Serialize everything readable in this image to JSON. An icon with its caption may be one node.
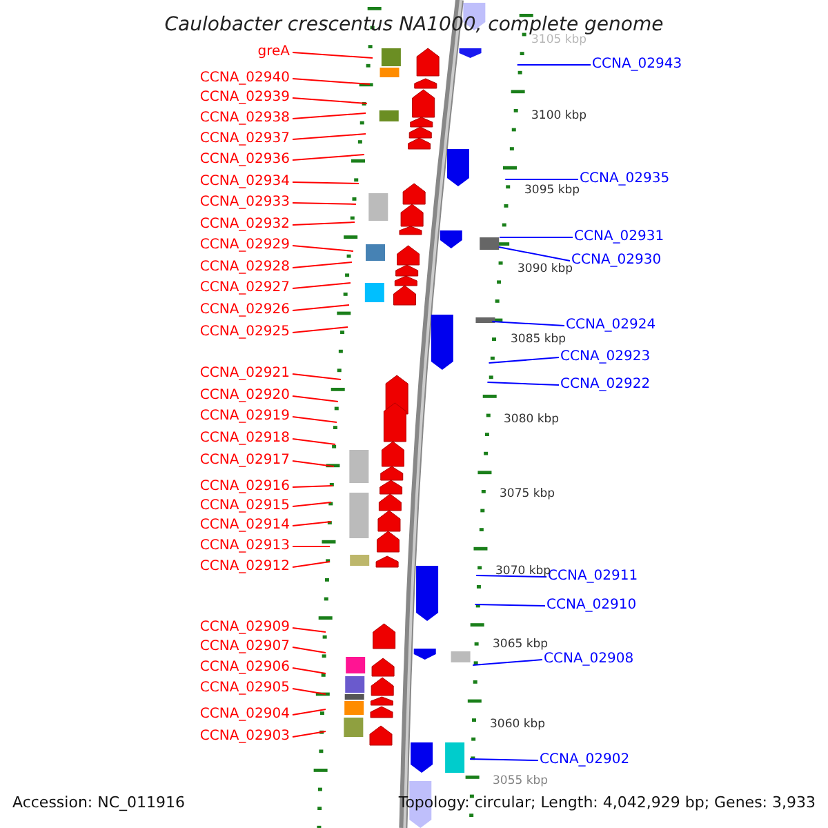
{
  "diagram": {
    "title": "Caulobacter crescentus NA1000, complete genome",
    "nodes": [
      {
        "text": [
          "greA"
        ]
      },
      {
        "text": [
          "CCNA_02940"
        ]
      },
      {
        "text": [
          "CCNA_02939"
        ]
      },
      {
        "text": [
          "CCNA_02938"
        ]
      },
      {
        "text": [
          "CCNA_02937"
        ]
      },
      {
        "text": [
          "CCNA_02936"
        ]
      },
      {
        "text": [
          "CCNA_02934"
        ]
      },
      {
        "text": [
          "CCNA_02933"
        ]
      },
      {
        "text": [
          "CCNA_02932"
        ]
      },
      {
        "text": [
          "CCNA_02929"
        ]
      },
      {
        "text": [
          "CCNA_02928"
        ]
      },
      {
        "text": [
          "CCNA_02927"
        ]
      },
      {
        "text": [
          "CCNA_02926"
        ]
      },
      {
        "text": [
          "CCNA_02925"
        ]
      },
      {
        "text": [
          "CCNA_02921"
        ]
      },
      {
        "text": [
          "CCNA_02920"
        ]
      },
      {
        "text": [
          "CCNA_02919"
        ]
      },
      {
        "text": [
          "CCNA_02918"
        ]
      },
      {
        "text": [
          "CCNA_02917"
        ]
      },
      {
        "text": [
          "CCNA_02916"
        ]
      },
      {
        "text": [
          "CCNA_02915"
        ]
      },
      {
        "text": [
          "CCNA_02914"
        ]
      },
      {
        "text": [
          "CCNA_02913"
        ]
      },
      {
        "text": [
          "CCNA_02912"
        ]
      },
      {
        "text": [
          "CCNA_02909"
        ]
      },
      {
        "text": [
          "CCNA_02907"
        ]
      },
      {
        "text": [
          "CCNA_02906"
        ]
      },
      {
        "text": [
          "CCNA_02905"
        ]
      },
      {
        "text": [
          "CCNA_02904"
        ]
      },
      {
        "text": [
          "CCNA_02903"
        ]
      },
      {
        "text": [
          "CCNA_02943"
        ]
      },
      {
        "text": [
          "CCNA_02935"
        ]
      },
      {
        "text": [
          "CCNA_02931"
        ]
      },
      {
        "text": [
          "CCNA_02930"
        ]
      },
      {
        "text": [
          "CCNA_02924"
        ]
      },
      {
        "text": [
          "CCNA_02923"
        ]
      },
      {
        "text": [
          "CCNA_02922"
        ]
      },
      {
        "text": [
          "CCNA_02911"
        ]
      },
      {
        "text": [
          "CCNA_02910"
        ]
      },
      {
        "text": [
          "CCNA_02908"
        ]
      },
      {
        "text": [
          "CCNA_02902"
        ]
      }
    ],
    "edges": [
      {
        "from": 0,
        "to": null,
        "arrow": "none"
      },
      {
        "from": 1,
        "to": null,
        "arrow": "none"
      },
      {
        "from": 2,
        "to": null,
        "arrow": "none"
      },
      {
        "from": 3,
        "to": null,
        "arrow": "none"
      },
      {
        "from": 4,
        "to": null,
        "arrow": "none"
      },
      {
        "from": 5,
        "to": null,
        "arrow": "none"
      },
      {
        "from": 6,
        "to": null,
        "arrow": "none"
      },
      {
        "from": 7,
        "to": null,
        "arrow": "none"
      },
      {
        "from": 8,
        "to": null,
        "arrow": "none"
      },
      {
        "from": 9,
        "to": null,
        "arrow": "none"
      },
      {
        "from": 10,
        "to": null,
        "arrow": "none"
      },
      {
        "from": 11,
        "to": null,
        "arrow": "none"
      },
      {
        "from": 12,
        "to": null,
        "arrow": "none"
      },
      {
        "from": 13,
        "to": null,
        "arrow": "none"
      },
      {
        "from": 14,
        "to": null,
        "arrow": "none"
      },
      {
        "from": 15,
        "to": null,
        "arrow": "none"
      },
      {
        "from": 16,
        "to": null,
        "arrow": "none"
      },
      {
        "from": 17,
        "to": null,
        "arrow": "none"
      },
      {
        "from": 18,
        "to": null,
        "arrow": "none"
      },
      {
        "from": 19,
        "to": null,
        "arrow": "none"
      },
      {
        "from": 20,
        "to": null,
        "arrow": "none"
      },
      {
        "from": 21,
        "to": null,
        "arrow": "none"
      },
      {
        "from": 22,
        "to": null,
        "arrow": "none"
      },
      {
        "from": 23,
        "to": null,
        "arrow": "none"
      },
      {
        "from": 24,
        "to": null,
        "arrow": "none"
      },
      {
        "from": 25,
        "to": null,
        "arrow": "none"
      },
      {
        "from": 26,
        "to": null,
        "arrow": "none"
      },
      {
        "from": 27,
        "to": null,
        "arrow": "none"
      },
      {
        "from": 28,
        "to": null,
        "arrow": "none"
      },
      {
        "from": 29,
        "to": null,
        "arrow": "none"
      },
      {
        "from": 30,
        "to": null,
        "arrow": "none",
        "color": "#0000ff"
      },
      {
        "from": 31,
        "to": null,
        "arrow": "none",
        "color": "#0000ff"
      },
      {
        "from": 32,
        "to": null,
        "arrow": "none",
        "color": "#0000ff"
      },
      {
        "from": 33,
        "to": null,
        "arrow": "none",
        "color": "#0000ff"
      },
      {
        "from": 34,
        "to": null,
        "arrow": "none",
        "color": "#0000ff"
      },
      {
        "from": 35,
        "to": null,
        "arrow": "none",
        "color": "#0000ff"
      },
      {
        "from": 36,
        "to": null,
        "arrow": "none",
        "color": "#0000ff"
      },
      {
        "from": 37,
        "to": null,
        "arrow": "none",
        "color": "#0000ff"
      },
      {
        "from": 38,
        "to": null,
        "arrow": "none",
        "color": "#0000ff"
      },
      {
        "from": 39,
        "to": null,
        "arrow": "none",
        "color": "#0000ff"
      },
      {
        "from": 40,
        "to": null,
        "arrow": "none",
        "color": "#0000ff"
      }
    ],
    "labels": [
      "3105 kbp",
      "3100 kbp",
      "3095 kbp",
      "3090 kbp",
      "3085 kbp",
      "3080 kbp",
      "3075 kbp",
      "3070 kbp",
      "3065 kbp",
      "3060 kbp",
      "3055 kbp",
      "Accession: NC_011916",
      "Topology: circular; Length: 4,042,929 bp; Genes: 3,933"
    ]
  }
}
